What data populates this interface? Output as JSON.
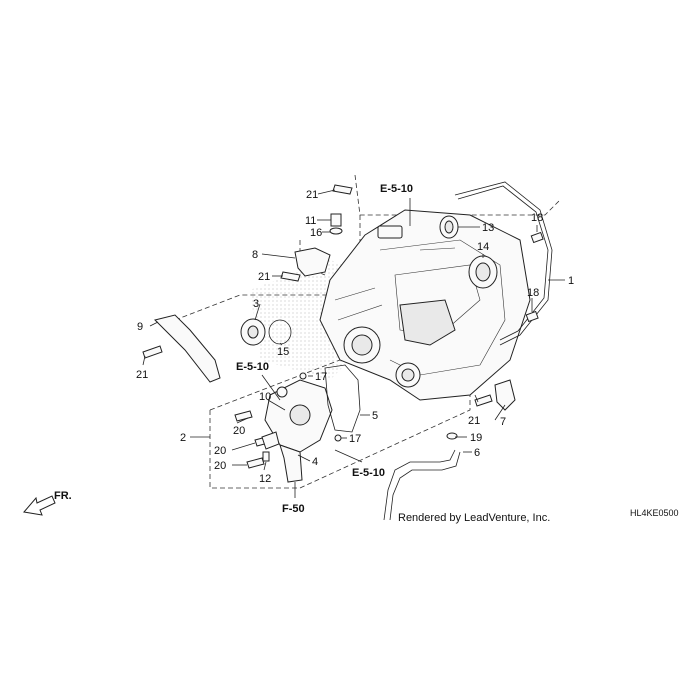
{
  "diagram": {
    "callouts": [
      "1",
      "2",
      "3",
      "4",
      "5",
      "6",
      "7",
      "8",
      "9",
      "10",
      "11",
      "12",
      "13",
      "14",
      "15",
      "16",
      "17",
      "17",
      "18",
      "18",
      "19",
      "20",
      "20",
      "20",
      "21",
      "21",
      "21",
      "21"
    ],
    "references": [
      "E-5-10",
      "E-5-10",
      "E-5-10",
      "F-50"
    ],
    "direction_label": "FR.",
    "credit": "Rendered by LeadVenture, Inc.",
    "diagram_code": "HL4KE0500"
  }
}
